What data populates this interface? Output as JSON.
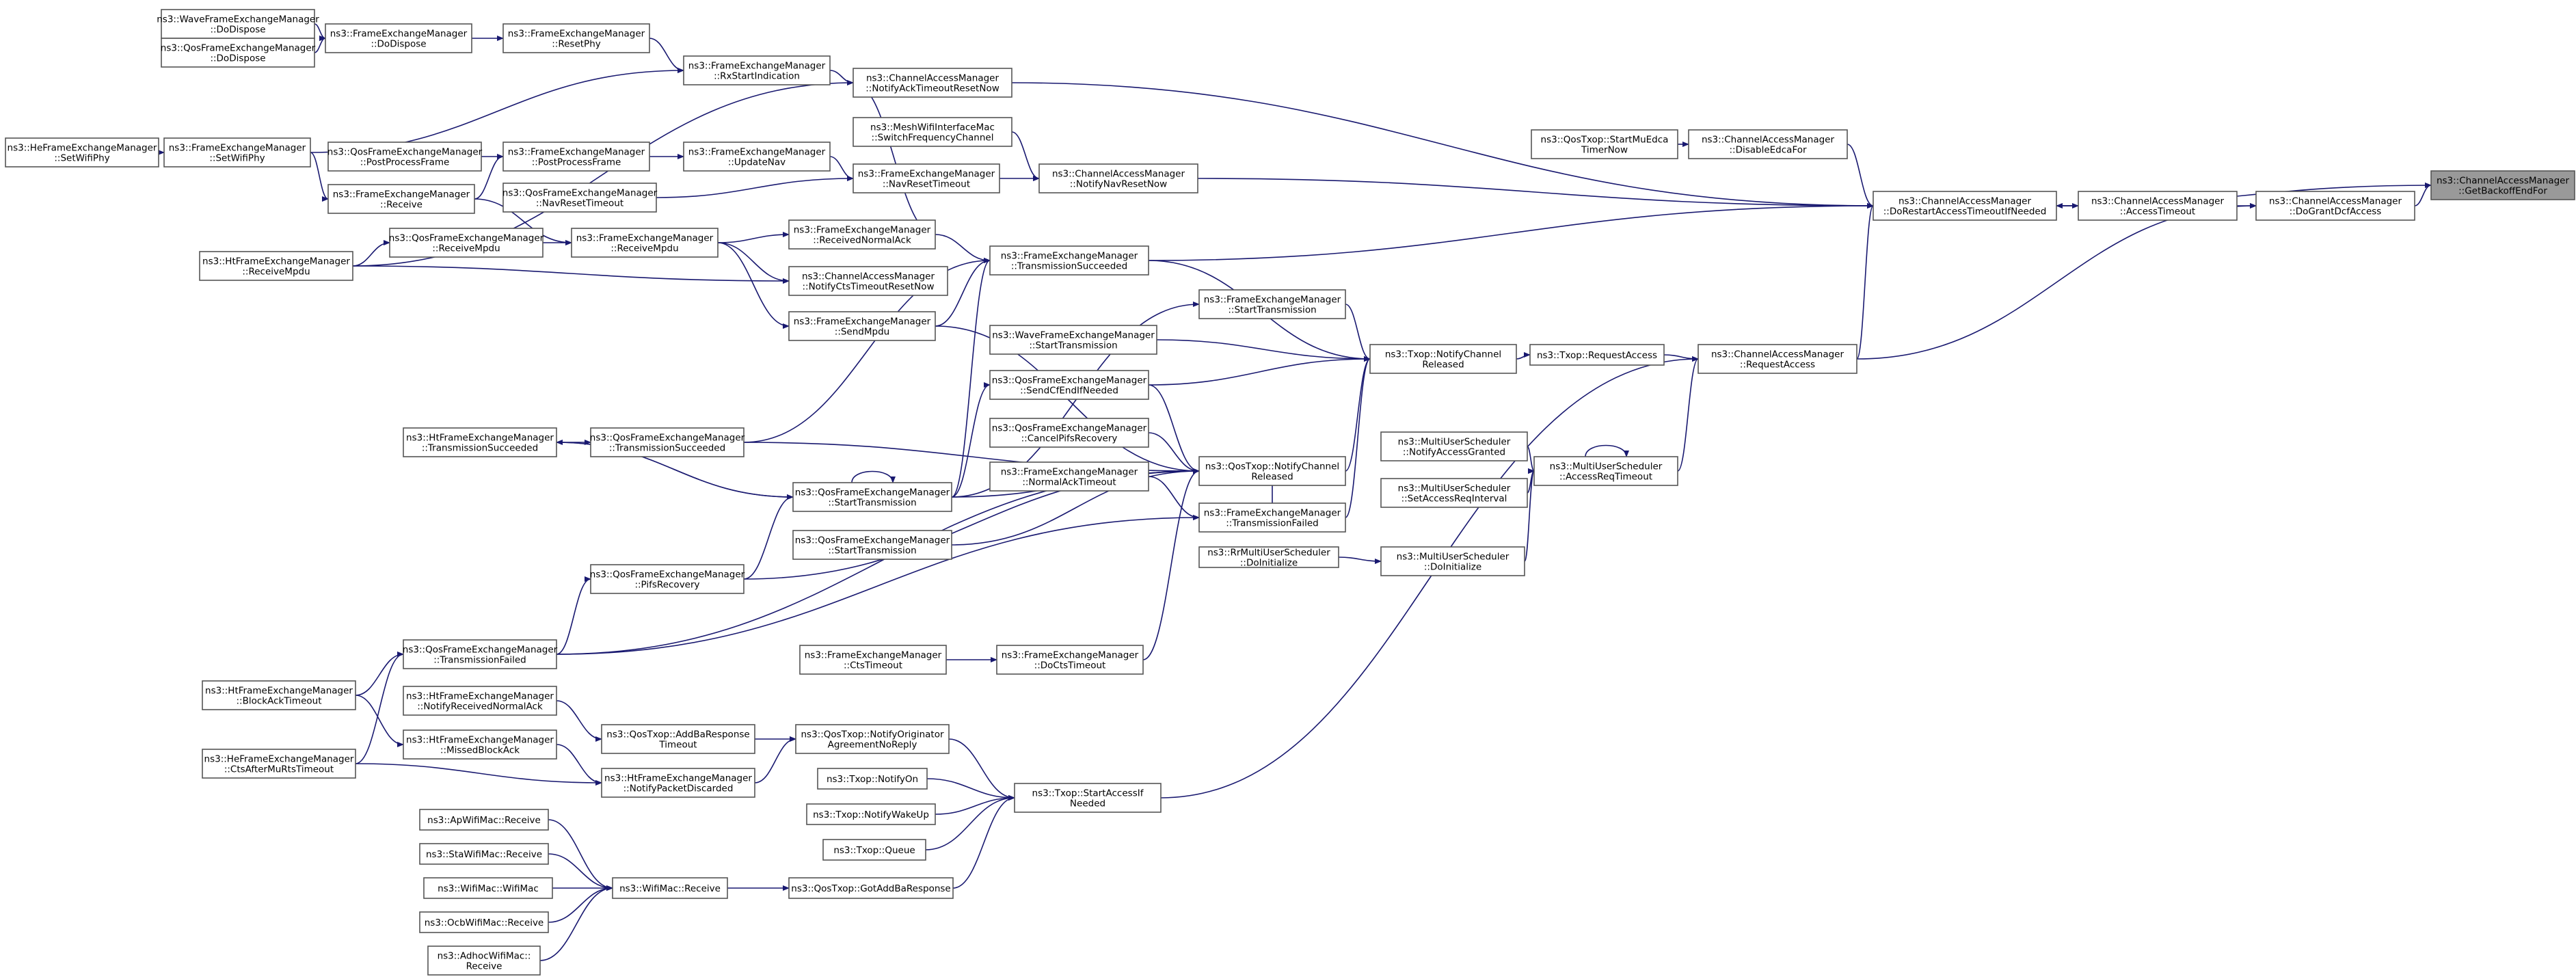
{
  "colors": {
    "edge": "#191970",
    "node_border": "#555555",
    "node_border_red": "#ff0000",
    "node_fill": "#ffffff",
    "focus_fill": "#999999",
    "text": "#000000"
  },
  "nodes": [
    {
      "id": "wfem_dodispose",
      "lines": [
        "ns3::WaveFrameExchangeManager",
        "::DoDispose"
      ]
    },
    {
      "id": "qfem_dodispose",
      "lines": [
        "ns3::QosFrameExchangeManager",
        "::DoDispose"
      ],
      "style": "red"
    },
    {
      "id": "fem_dodispose",
      "lines": [
        "ns3::FrameExchangeManager",
        "::DoDispose"
      ]
    },
    {
      "id": "fem_resetphy",
      "lines": [
        "ns3::FrameExchangeManager",
        "::ResetPhy"
      ]
    },
    {
      "id": "fem_rxstart",
      "lines": [
        "ns3::FrameExchangeManager",
        "::RxStartIndication"
      ]
    },
    {
      "id": "cam_notifyack",
      "lines": [
        "ns3::ChannelAccessManager",
        "::NotifyAckTimeoutResetNow"
      ]
    },
    {
      "id": "mesh_switch",
      "lines": [
        "ns3::MeshWifiInterfaceMac",
        "::SwitchFrequencyChannel"
      ]
    },
    {
      "id": "hefem_setwifiphy",
      "lines": [
        "ns3::HeFrameExchangeManager",
        "::SetWifiPhy"
      ]
    },
    {
      "id": "fem_setwifiphy",
      "lines": [
        "ns3::FrameExchangeManager",
        "::SetWifiPhy"
      ]
    },
    {
      "id": "qfem_postprocess",
      "lines": [
        "ns3::QosFrameExchangeManager",
        "::PostProcessFrame"
      ]
    },
    {
      "id": "fem_postprocess",
      "lines": [
        "ns3::FrameExchangeManager",
        "::PostProcessFrame"
      ]
    },
    {
      "id": "fem_updatenav",
      "lines": [
        "ns3::FrameExchangeManager",
        "::UpdateNav"
      ]
    },
    {
      "id": "fem_navreset",
      "lines": [
        "ns3::FrameExchangeManager",
        "::NavResetTimeout"
      ]
    },
    {
      "id": "cam_notifynav",
      "lines": [
        "ns3::ChannelAccessManager",
        "::NotifyNavResetNow"
      ]
    },
    {
      "id": "qtxop_startmu",
      "lines": [
        "ns3::QosTxop::StartMuEdca",
        "TimerNow"
      ]
    },
    {
      "id": "cam_disableedca",
      "lines": [
        "ns3::ChannelAccessManager",
        "::DisableEdcaFor"
      ]
    },
    {
      "id": "cam_dorestart",
      "lines": [
        "ns3::ChannelAccessManager",
        "::DoRestartAccessTimeoutIfNeeded"
      ]
    },
    {
      "id": "cam_accesstimeout",
      "lines": [
        "ns3::ChannelAccessManager",
        "::AccessTimeout"
      ]
    },
    {
      "id": "cam_dogrant",
      "lines": [
        "ns3::ChannelAccessManager",
        "::DoGrantDcfAccess"
      ]
    },
    {
      "id": "cam_getbackoff",
      "lines": [
        "ns3::ChannelAccessManager",
        "::GetBackoffEndFor"
      ],
      "style": "focus"
    },
    {
      "id": "fem_receive",
      "lines": [
        "ns3::FrameExchangeManager",
        "::Receive"
      ]
    },
    {
      "id": "qfem_navreset",
      "lines": [
        "ns3::QosFrameExchangeManager",
        "::NavResetTimeout"
      ]
    },
    {
      "id": "htfem_receivempdu",
      "lines": [
        "ns3::HtFrameExchangeManager",
        "::ReceiveMpdu"
      ]
    },
    {
      "id": "qfem_receivempdu",
      "lines": [
        "ns3::QosFrameExchangeManager",
        "::ReceiveMpdu"
      ]
    },
    {
      "id": "fem_receivempdu",
      "lines": [
        "ns3::FrameExchangeManager",
        "::ReceiveMpdu"
      ]
    },
    {
      "id": "fem_receivednormalack",
      "lines": [
        "ns3::FrameExchangeManager",
        "::ReceivedNormalAck"
      ]
    },
    {
      "id": "cam_notifycts",
      "lines": [
        "ns3::ChannelAccessManager",
        "::NotifyCtsTimeoutResetNow"
      ]
    },
    {
      "id": "fem_txsucceeded",
      "lines": [
        "ns3::FrameExchangeManager",
        "::TransmissionSucceeded"
      ]
    },
    {
      "id": "fem_sendmpdu",
      "lines": [
        "ns3::FrameExchangeManager",
        "::SendMpdu"
      ],
      "style": "red"
    },
    {
      "id": "fem_starttx",
      "lines": [
        "ns3::FrameExchangeManager",
        "::StartTransmission"
      ]
    },
    {
      "id": "wfem_starttx",
      "lines": [
        "ns3::WaveFrameExchangeManager",
        "::StartTransmission"
      ]
    },
    {
      "id": "txop_notifyreleased",
      "lines": [
        "ns3::Txop::NotifyChannel",
        "Released"
      ]
    },
    {
      "id": "txop_requestaccess",
      "lines": [
        "ns3::Txop::RequestAccess"
      ]
    },
    {
      "id": "cam_requestaccess",
      "lines": [
        "ns3::ChannelAccessManager",
        "::RequestAccess"
      ]
    },
    {
      "id": "qfem_sendcfend",
      "lines": [
        "ns3::QosFrameExchangeManager",
        "::SendCfEndIfNeeded"
      ]
    },
    {
      "id": "qfem_cancelpifs",
      "lines": [
        "ns3::QosFrameExchangeManager",
        "::CancelPifsRecovery"
      ]
    },
    {
      "id": "htfem_txsucceeded",
      "lines": [
        "ns3::HtFrameExchangeManager",
        "::TransmissionSucceeded"
      ],
      "style": "red"
    },
    {
      "id": "qfem_txsucceeded",
      "lines": [
        "ns3::QosFrameExchangeManager",
        "::TransmissionSucceeded"
      ]
    },
    {
      "id": "fem_normalacktimeout",
      "lines": [
        "ns3::FrameExchangeManager",
        "::NormalAckTimeout"
      ]
    },
    {
      "id": "qtxop_notifyreleased",
      "lines": [
        "ns3::QosTxop::NotifyChannel",
        "Released"
      ]
    },
    {
      "id": "mus_notifygranted",
      "lines": [
        "ns3::MultiUserScheduler",
        "::NotifyAccessGranted"
      ]
    },
    {
      "id": "mus_accessreq",
      "lines": [
        "ns3::MultiUserScheduler",
        "::AccessReqTimeout"
      ]
    },
    {
      "id": "mus_setinterval",
      "lines": [
        "ns3::MultiUserScheduler",
        "::SetAccessReqInterval"
      ]
    },
    {
      "id": "qfem_starttx1",
      "lines": [
        "ns3::QosFrameExchangeManager",
        "::StartTransmission"
      ]
    },
    {
      "id": "fem_txfailed",
      "lines": [
        "ns3::FrameExchangeManager",
        "::TransmissionFailed"
      ]
    },
    {
      "id": "qfem_starttx2",
      "lines": [
        "ns3::QosFrameExchangeManager",
        "::StartTransmission"
      ]
    },
    {
      "id": "rr_doinit",
      "lines": [
        "ns3::RrMultiUserScheduler",
        "::DoInitialize"
      ]
    },
    {
      "id": "mus_doinit",
      "lines": [
        "ns3::MultiUserScheduler",
        "::DoInitialize"
      ]
    },
    {
      "id": "qfem_pifs",
      "lines": [
        "ns3::QosFrameExchangeManager",
        "::PifsRecovery"
      ]
    },
    {
      "id": "qfem_txfailed",
      "lines": [
        "ns3::QosFrameExchangeManager",
        "::TransmissionFailed"
      ]
    },
    {
      "id": "htfem_blockack",
      "lines": [
        "ns3::HtFrameExchangeManager",
        "::BlockAckTimeout"
      ],
      "style": "red"
    },
    {
      "id": "fem_ctstimeout",
      "lines": [
        "ns3::FrameExchangeManager",
        "::CtsTimeout"
      ],
      "style": "red"
    },
    {
      "id": "fem_doctstimeout",
      "lines": [
        "ns3::FrameExchangeManager",
        "::DoCtsTimeout"
      ],
      "style": "red"
    },
    {
      "id": "htfem_notifynormalack",
      "lines": [
        "ns3::HtFrameExchangeManager",
        "::NotifyReceivedNormalAck"
      ]
    },
    {
      "id": "qtxop_addba",
      "lines": [
        "ns3::QosTxop::AddBaResponse",
        "Timeout"
      ]
    },
    {
      "id": "htfem_missed",
      "lines": [
        "ns3::HtFrameExchangeManager",
        "::MissedBlockAck"
      ]
    },
    {
      "id": "qtxop_notifyorig",
      "lines": [
        "ns3::QosTxop::NotifyOriginator",
        "AgreementNoReply"
      ]
    },
    {
      "id": "hefem_ctsafter",
      "lines": [
        "ns3::HeFrameExchangeManager",
        "::CtsAfterMuRtsTimeout"
      ],
      "style": "red"
    },
    {
      "id": "htfem_notifydiscarded",
      "lines": [
        "ns3::HtFrameExchangeManager",
        "::NotifyPacketDiscarded"
      ]
    },
    {
      "id": "txop_notifyon",
      "lines": [
        "ns3::Txop::NotifyOn"
      ]
    },
    {
      "id": "txop_startaccess",
      "lines": [
        "ns3::Txop::StartAccessIf",
        "Needed"
      ]
    },
    {
      "id": "txop_notifywakeup",
      "lines": [
        "ns3::Txop::NotifyWakeUp"
      ]
    },
    {
      "id": "txop_queue",
      "lines": [
        "ns3::Txop::Queue"
      ]
    },
    {
      "id": "ap_receive",
      "lines": [
        "ns3::ApWifiMac::Receive"
      ]
    },
    {
      "id": "sta_receive",
      "lines": [
        "ns3::StaWifiMac::Receive"
      ]
    },
    {
      "id": "wifimac_wifimac",
      "lines": [
        "ns3::WifiMac::WifiMac"
      ]
    },
    {
      "id": "wifimac_receive",
      "lines": [
        "ns3::WifiMac::Receive"
      ]
    },
    {
      "id": "qtxop_gotaddba",
      "lines": [
        "ns3::QosTxop::GotAddBaResponse"
      ]
    },
    {
      "id": "ocb_receive",
      "lines": [
        "ns3::OcbWifiMac::Receive"
      ]
    },
    {
      "id": "adhoc_receive",
      "lines": [
        "ns3::AdhocWifiMac::",
        "Receive"
      ]
    }
  ],
  "edges": [
    [
      "wfem_dodispose",
      "fem_dodispose"
    ],
    [
      "qfem_dodispose",
      "fem_dodispose"
    ],
    [
      "fem_dodispose",
      "fem_resetphy"
    ],
    [
      "fem_resetphy",
      "fem_rxstart"
    ],
    [
      "fem_rxstart",
      "cam_notifyack"
    ],
    [
      "cam_notifyack",
      "cam_dorestart"
    ],
    [
      "hefem_setwifiphy",
      "fem_setwifiphy"
    ],
    [
      "fem_setwifiphy",
      "fem_rxstart"
    ],
    [
      "htfem_receivempdu",
      "cam_notifyack"
    ],
    [
      "mesh_switch",
      "cam_notifynav"
    ],
    [
      "qfem_postprocess",
      "fem_postprocess"
    ],
    [
      "fem_postprocess",
      "fem_updatenav"
    ],
    [
      "fem_updatenav",
      "fem_navreset"
    ],
    [
      "fem_navreset",
      "cam_notifynav"
    ],
    [
      "cam_notifynav",
      "cam_dorestart"
    ],
    [
      "qtxop_startmu",
      "cam_disableedca"
    ],
    [
      "cam_disableedca",
      "cam_dorestart"
    ],
    [
      "cam_accesstimeout",
      "cam_dorestart"
    ],
    [
      "cam_dorestart",
      "cam_accesstimeout"
    ],
    [
      "cam_accesstimeout",
      "cam_dogrant"
    ],
    [
      "cam_dogrant",
      "cam_getbackoff"
    ],
    [
      "cam_dorestart",
      "cam_getbackoff"
    ],
    [
      "cam_requestaccess",
      "cam_dorestart"
    ],
    [
      "cam_requestaccess",
      "cam_dogrant"
    ],
    [
      "fem_setwifiphy",
      "fem_receive"
    ],
    [
      "fem_receive",
      "fem_postprocess"
    ],
    [
      "fem_receive",
      "fem_receivempdu"
    ],
    [
      "qfem_navreset",
      "fem_navreset"
    ],
    [
      "htfem_receivempdu",
      "qfem_receivempdu"
    ],
    [
      "qfem_receivempdu",
      "fem_receivempdu"
    ],
    [
      "fem_receivempdu",
      "fem_receivednormalack"
    ],
    [
      "fem_receivempdu",
      "cam_notifycts"
    ],
    [
      "fem_receivednormalack",
      "cam_notifyack"
    ],
    [
      "htfem_receivempdu",
      "cam_notifycts"
    ],
    [
      "fem_txsucceeded",
      "cam_dorestart"
    ],
    [
      "fem_receivednormalack",
      "fem_txsucceeded"
    ],
    [
      "fem_receivempdu",
      "fem_sendmpdu"
    ],
    [
      "fem_sendmpdu",
      "fem_txsucceeded"
    ],
    [
      "fem_txsucceeded",
      "txop_notifyreleased"
    ],
    [
      "fem_starttx",
      "txop_notifyreleased"
    ],
    [
      "wfem_starttx",
      "txop_notifyreleased"
    ],
    [
      "txop_notifyreleased",
      "txop_requestaccess"
    ],
    [
      "txop_requestaccess",
      "cam_requestaccess"
    ],
    [
      "mus_accessreq",
      "cam_requestaccess"
    ],
    [
      "mus_accessreq",
      "mus_accessreq"
    ],
    [
      "mus_notifygranted",
      "mus_accessreq"
    ],
    [
      "mus_setinterval",
      "mus_accessreq"
    ],
    [
      "rr_doinit",
      "mus_doinit"
    ],
    [
      "mus_doinit",
      "mus_accessreq"
    ],
    [
      "qfem_sendcfend",
      "txop_notifyreleased"
    ],
    [
      "qfem_sendcfend",
      "qtxop_notifyreleased"
    ],
    [
      "qfem_cancelpifs",
      "qtxop_notifyreleased"
    ],
    [
      "qtxop_notifyreleased",
      "txop_notifyreleased"
    ],
    [
      "htfem_txsucceeded",
      "qfem_txsucceeded"
    ],
    [
      "qfem_txsucceeded",
      "fem_txsucceeded"
    ],
    [
      "qfem_txsucceeded",
      "qtxop_notifyreleased"
    ],
    [
      "fem_normalacktimeout",
      "fem_txfailed"
    ],
    [
      "fem_txfailed",
      "txop_notifyreleased"
    ],
    [
      "fem_txfailed",
      "qtxop_notifyreleased"
    ],
    [
      "qfem_starttx1",
      "qfem_starttx1"
    ],
    [
      "qfem_starttx1",
      "fem_starttx"
    ],
    [
      "qfem_starttx1",
      "qfem_sendcfend"
    ],
    [
      "qfem_starttx1",
      "htfem_txsucceeded"
    ],
    [
      "qfem_starttx1",
      "qtxop_notifyreleased"
    ],
    [
      "qfem_starttx1",
      "fem_txsucceeded"
    ],
    [
      "qfem_starttx2",
      "qtxop_notifyreleased"
    ],
    [
      "fem_sendmpdu",
      "qtxop_notifyreleased"
    ],
    [
      "qfem_pifs",
      "qfem_starttx1"
    ],
    [
      "qfem_pifs",
      "qtxop_notifyreleased"
    ],
    [
      "qfem_txfailed",
      "qfem_pifs"
    ],
    [
      "qfem_txfailed",
      "qtxop_notifyreleased"
    ],
    [
      "htfem_blockack",
      "qfem_txfailed"
    ],
    [
      "hefem_ctsafter",
      "qfem_txfailed"
    ],
    [
      "fem_ctstimeout",
      "fem_doctstimeout"
    ],
    [
      "fem_doctstimeout",
      "qtxop_notifyreleased"
    ],
    [
      "htfem_blockack",
      "htfem_missed"
    ],
    [
      "htfem_notifynormalack",
      "qtxop_addba"
    ],
    [
      "htfem_missed",
      "htfem_notifydiscarded"
    ],
    [
      "qtxop_addba",
      "qtxop_notifyorig"
    ],
    [
      "hefem_ctsafter",
      "htfem_notifydiscarded"
    ],
    [
      "htfem_notifydiscarded",
      "qtxop_notifyorig"
    ],
    [
      "qtxop_notifyorig",
      "txop_startaccess"
    ],
    [
      "txop_notifyon",
      "txop_startaccess"
    ],
    [
      "txop_notifywakeup",
      "txop_startaccess"
    ],
    [
      "txop_queue",
      "txop_startaccess"
    ],
    [
      "txop_startaccess",
      "cam_requestaccess"
    ],
    [
      "ap_receive",
      "wifimac_receive"
    ],
    [
      "sta_receive",
      "wifimac_receive"
    ],
    [
      "wifimac_wifimac",
      "wifimac_receive"
    ],
    [
      "ocb_receive",
      "wifimac_receive"
    ],
    [
      "adhoc_receive",
      "wifimac_receive"
    ],
    [
      "wifimac_receive",
      "qtxop_gotaddba"
    ],
    [
      "qtxop_gotaddba",
      "txop_startaccess"
    ],
    [
      "qfem_txfailed",
      "fem_txfailed"
    ],
    [
      "htfem_txsucceeded",
      "qfem_starttx1"
    ]
  ]
}
